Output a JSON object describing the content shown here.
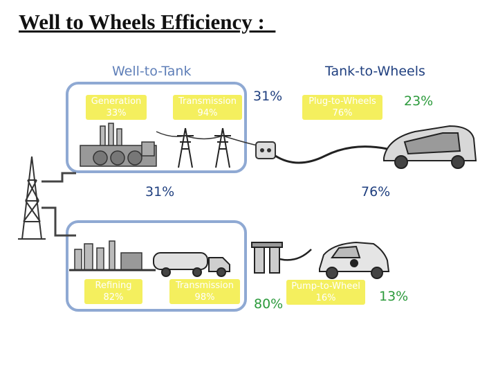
{
  "title": "Well to Wheels Efficiency :  ",
  "headers": {
    "well_to_tank": "Well-to-Tank",
    "tank_to_wheels": "Tank-to-Wheels"
  },
  "electric_path": {
    "generation": {
      "label": "Generation",
      "value": "33%"
    },
    "transmission": {
      "label": "Transmission",
      "value": "94%"
    },
    "well_to_tank_pct": "31%",
    "plug_to_wheels": {
      "label": "Plug-to-Wheels",
      "value": "76%"
    },
    "total_pct": "23%"
  },
  "middle": {
    "left_pct": "31%",
    "right_pct": "76%"
  },
  "fuel_path": {
    "refining": {
      "label": "Refining",
      "value": "82%"
    },
    "transmission": {
      "label": "Transmission",
      "value": "98%"
    },
    "well_to_tank_pct": "80%",
    "pump_to_wheel": {
      "label": "Pump-to-Wheel",
      "value": "16%"
    },
    "total_pct": "13%"
  },
  "colors": {
    "box_outline": "#8fa9d3",
    "pill_fill": "#f4ef5e",
    "pct_blue": "#1f3f7f",
    "pct_green": "#2b9a3b"
  }
}
